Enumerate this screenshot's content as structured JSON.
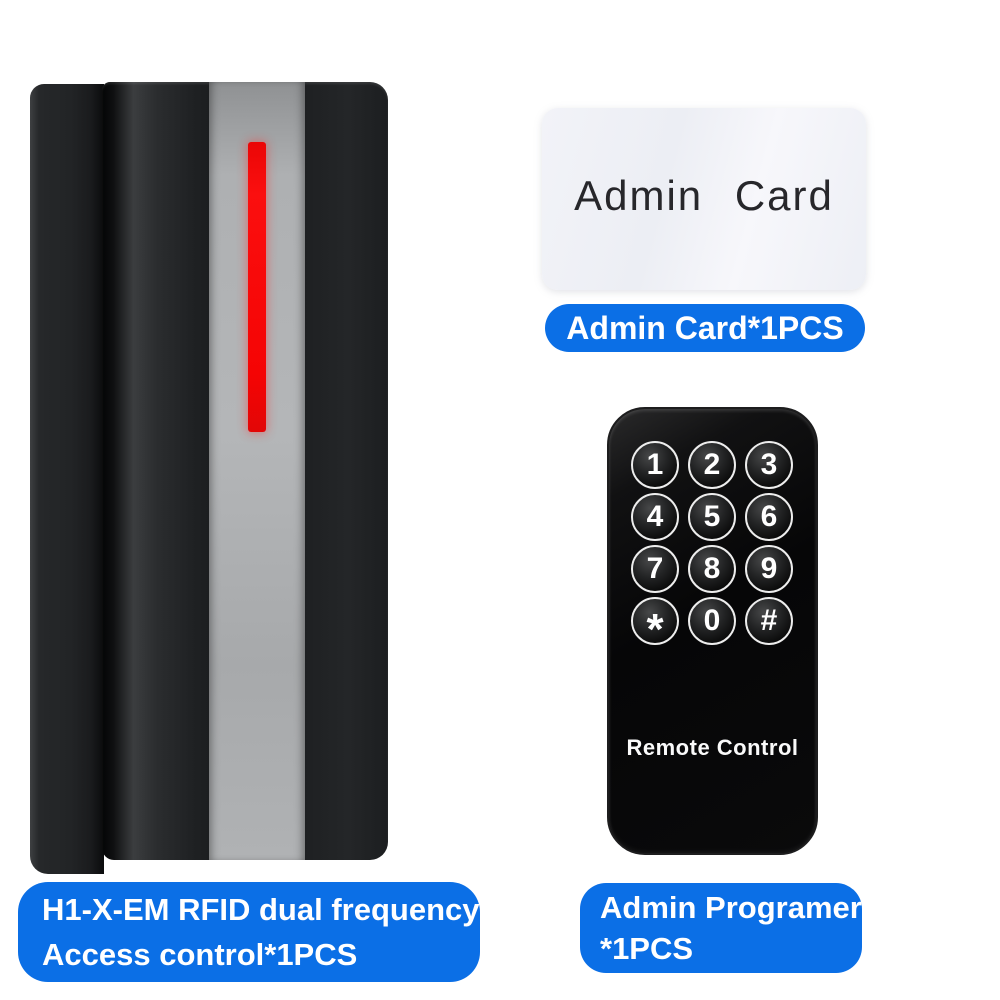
{
  "colors": {
    "accent_blue": "#0b6fe6",
    "led_red": "#f50606",
    "stripe_gray": "#aeb0b2",
    "device_black": "#1e2022",
    "remote_black": "#0a0a0b",
    "card_face": "#eff1f6",
    "label_text": "#ffffff",
    "card_print_text": "#27272b"
  },
  "products": {
    "reader": {
      "label_line1": "H1-X-EM RFID dual frequency",
      "label_line2": "Access control*1PCS"
    },
    "card": {
      "print_text": "Admin Card",
      "label": "Admin Card*1PCS"
    },
    "remote": {
      "brand": "Remote Control",
      "keys": [
        "1",
        "2",
        "3",
        "4",
        "5",
        "6",
        "7",
        "8",
        "9",
        "*",
        "0",
        "#"
      ],
      "label_line1": "Admin Programer",
      "label_line2": "*1PCS"
    }
  }
}
